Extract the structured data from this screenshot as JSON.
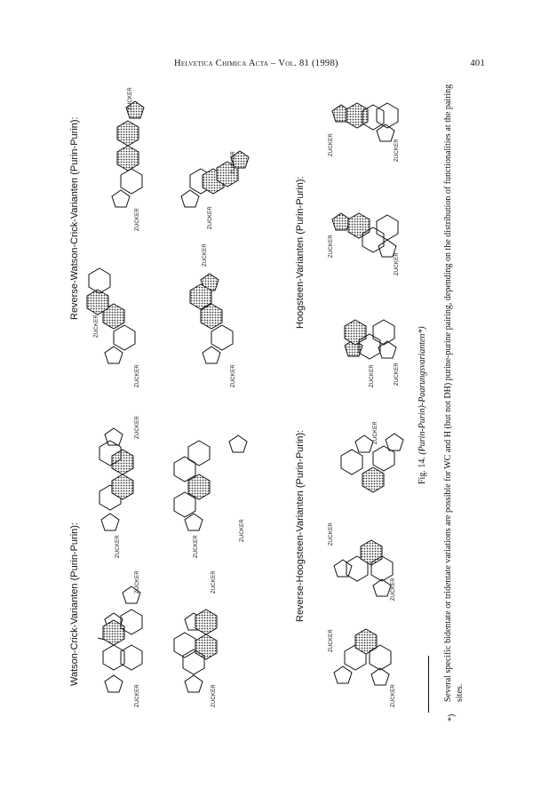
{
  "header": {
    "journal": "Helvetica Chimica Acta – Vol. 81 (1998)",
    "page_number": "401"
  },
  "sections": {
    "watson_crick": "Watson-Crick-Varianten (Purin-Purin):",
    "reverse_watson_crick": "Reverse-Watson-Crick-Varianten (Purin-Purin):",
    "reverse_hoogsteen": "Reverse-Hoogsteen-Varianten (Purin-Purin):",
    "hoogsteen": "Hoogsteen-Varianten (Purin-Purin):"
  },
  "sugar_label": "ZUCKER",
  "caption": {
    "prefix": "Fig. 14.",
    "text": "(Purin-Purin)-Paarungsvarianten*)"
  },
  "footnote": {
    "marker": "*)",
    "text": "Several specific bidentate or tridentate variations are possible for WC and H (but not DH) purine-purine pairing, depending on the distribution of functionalities at the pairing sites."
  }
}
